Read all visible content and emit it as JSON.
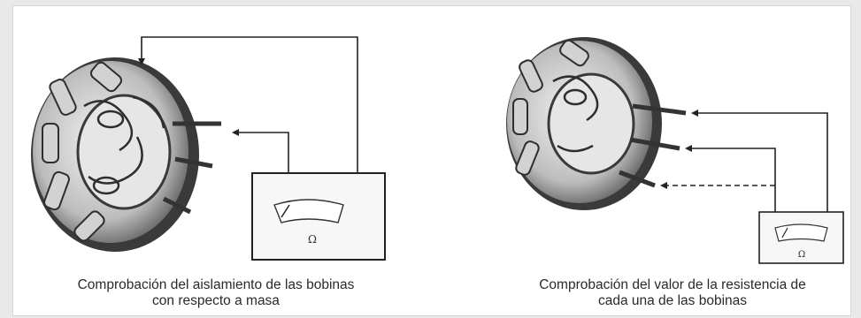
{
  "figures": [
    {
      "id": "insulation-test",
      "caption_line1": "Comprobación del aislamiento de las bobinas",
      "caption_line2": "con respecto a masa",
      "meter_unit": "Ω"
    },
    {
      "id": "resistance-test",
      "caption_line1": "Comprobación del valor de la resistencia de",
      "caption_line2": "cada una de las bobinas",
      "meter_unit": "Ω"
    }
  ],
  "colors": {
    "background": "#e9e9e9",
    "panel": "#ffffff",
    "ink": "#2a2a2a"
  }
}
